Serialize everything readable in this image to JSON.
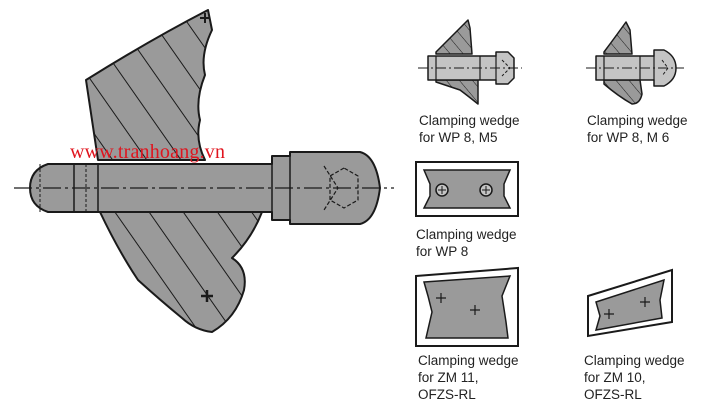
{
  "watermark": "www.tranhoang.vn",
  "captions": [
    {
      "id": "wp8-m5",
      "lines": [
        "Clamping wedge",
        "for WP 8, M5"
      ]
    },
    {
      "id": "wp8-m6",
      "lines": [
        "Clamping wedge",
        "for WP 8, M 6"
      ]
    },
    {
      "id": "wp8",
      "lines": [
        "Clamping wedge",
        "for WP 8"
      ]
    },
    {
      "id": "zm11",
      "lines": [
        "Clamping wedge",
        "for ZM 11,",
        "OFZS-RL"
      ]
    },
    {
      "id": "zm10",
      "lines": [
        "Clamping wedge",
        "for ZM 10,",
        "OFZS-RL"
      ]
    }
  ],
  "colors": {
    "fill": "#9a9a9a",
    "fill_light": "#c4c4c4",
    "line": "#1a1a1a",
    "watermark": "#e0141e"
  }
}
